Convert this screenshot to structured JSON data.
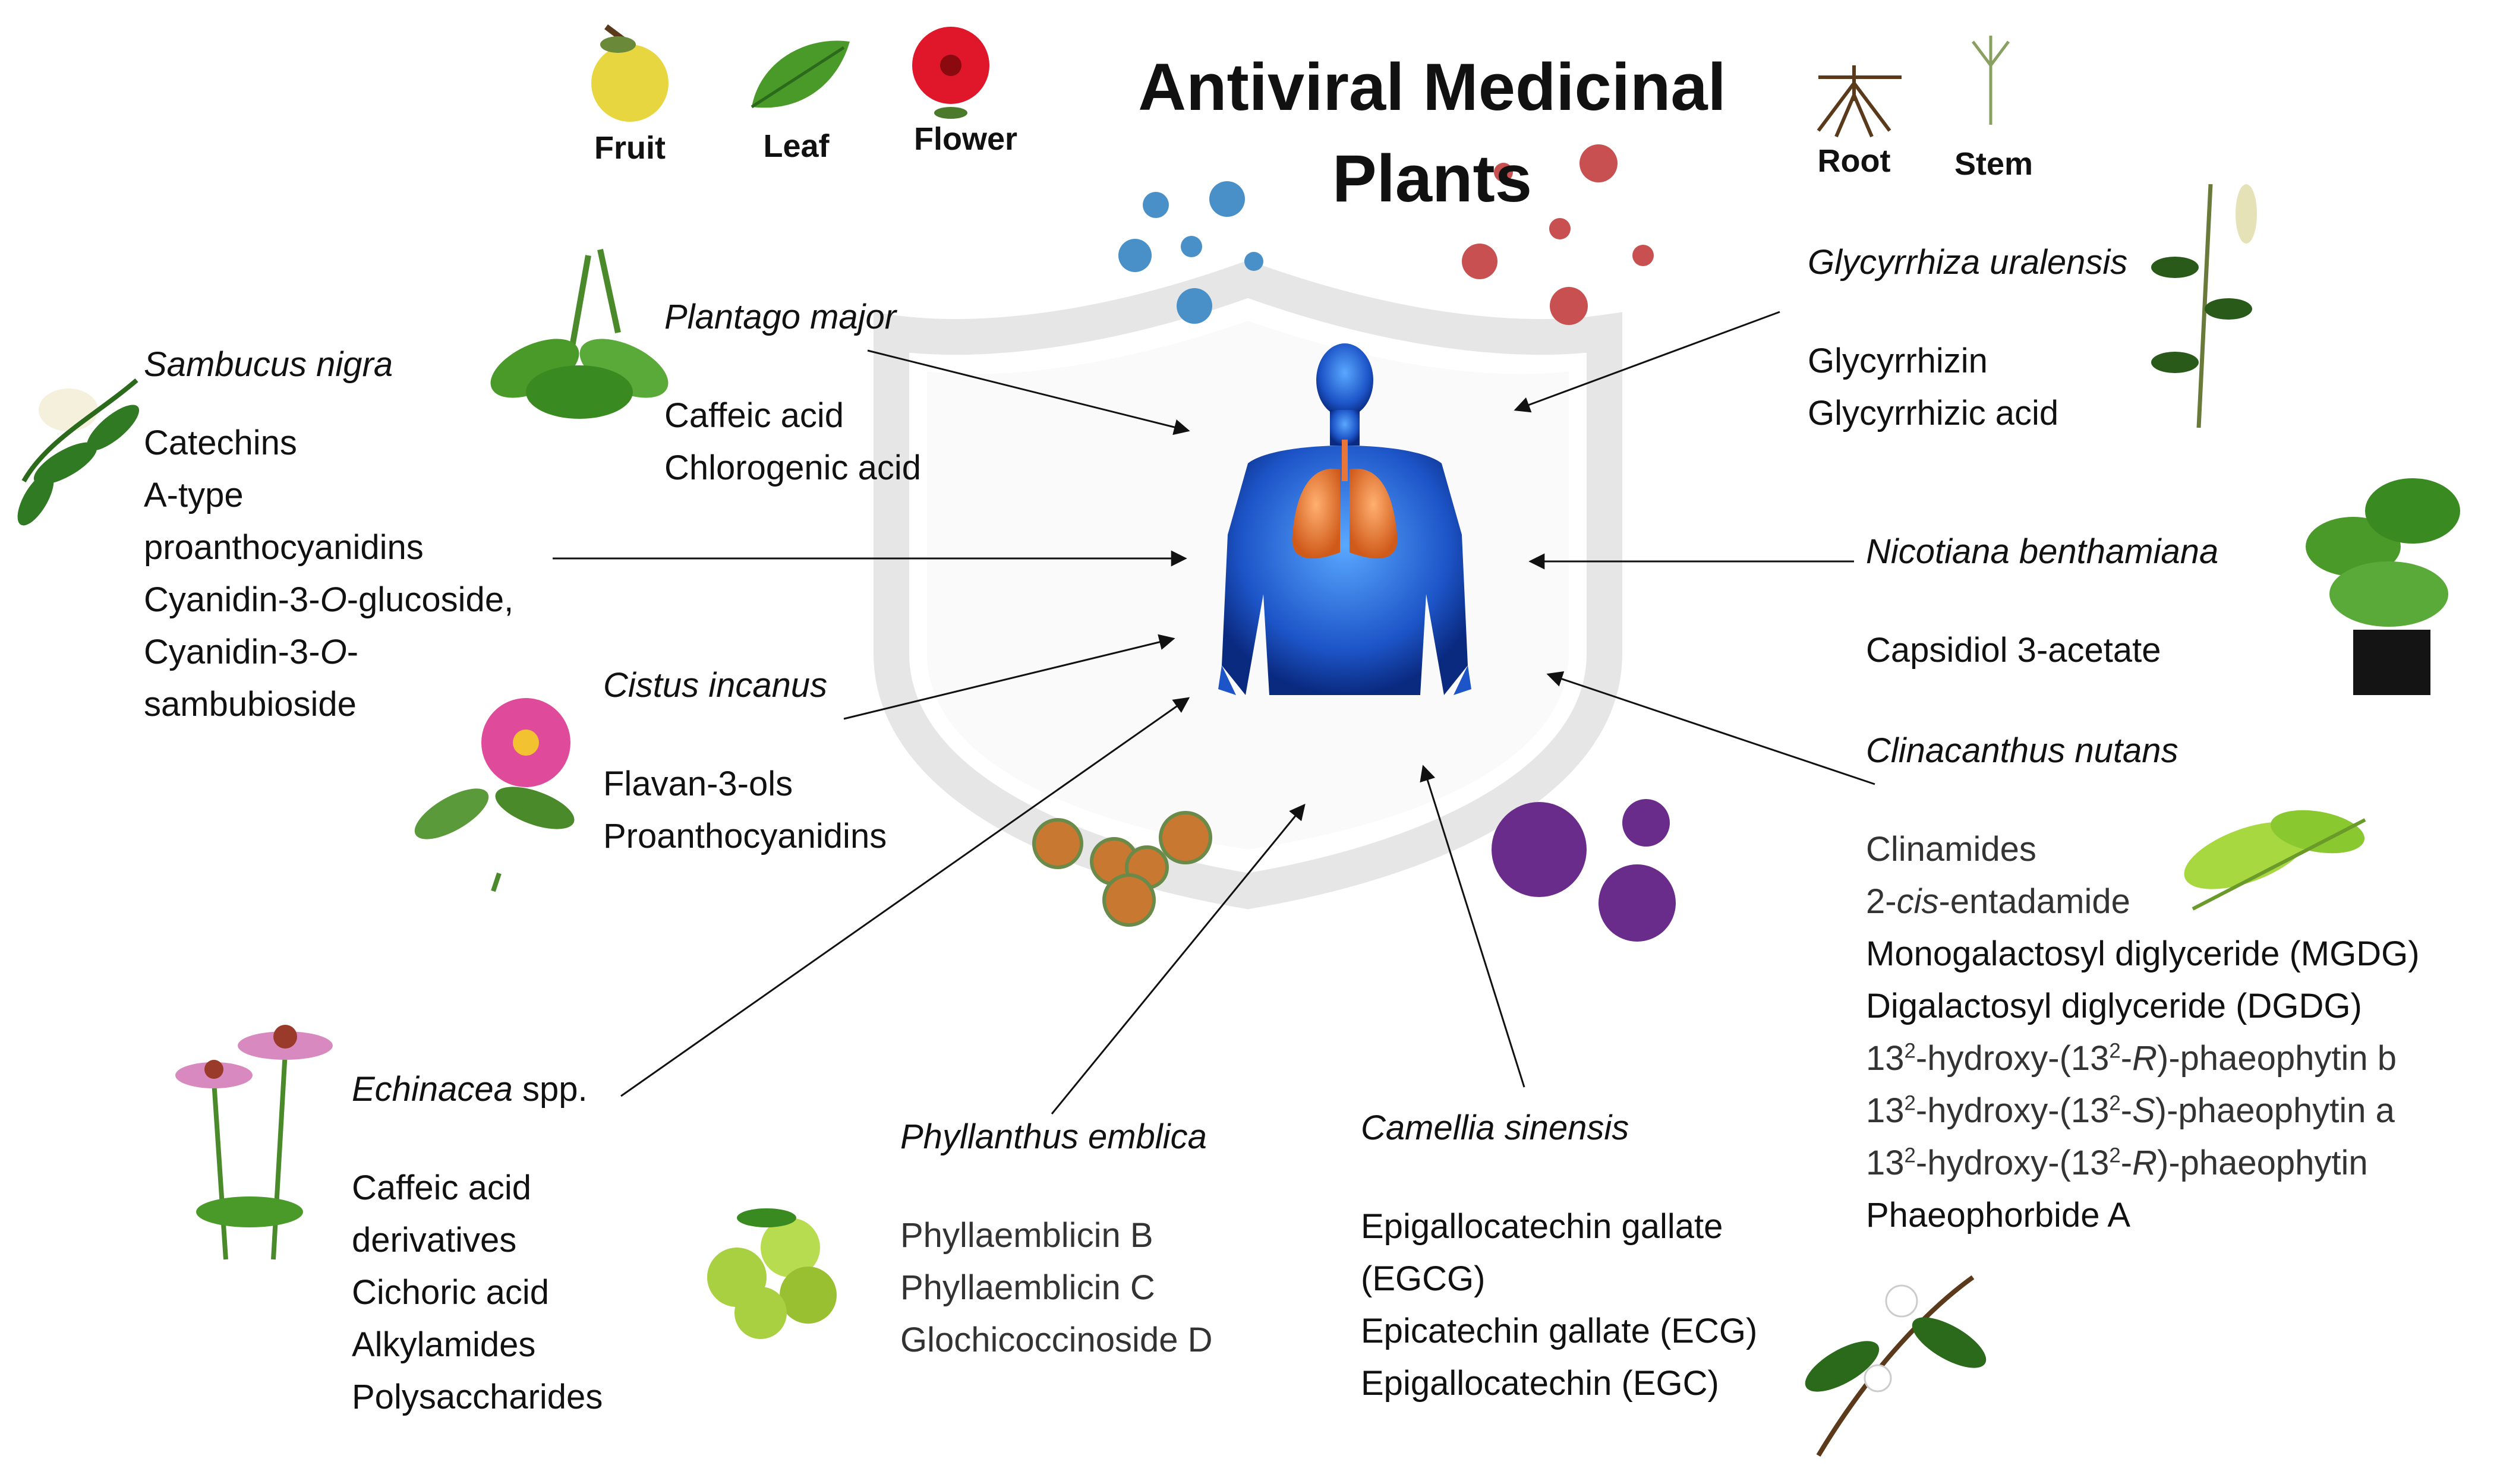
{
  "title": {
    "line1": "Antiviral Medicinal",
    "line2": "Plants"
  },
  "parts": {
    "fruit": "Fruit",
    "leaf": "Leaf",
    "flower": "Flower",
    "root": "Root",
    "stem": "Stem"
  },
  "plants": {
    "sambucus": {
      "name": "Sambucus nigra",
      "c1": "Catechins",
      "c2": "A-type",
      "c3": "proanthocyanidins",
      "c4a": "Cyanidin-3-",
      "c4b": "O",
      "c4c": "-glucoside,",
      "c5a": "Cyanidin-3-",
      "c5b": "O",
      "c5c": "-",
      "c6": "sambubioside"
    },
    "plantago": {
      "name": "Plantago major",
      "c1": "Caffeic acid",
      "c2": "Chlorogenic acid"
    },
    "cistus": {
      "name": "Cistus incanus",
      "c1": "Flavan-3-ols",
      "c2": "Proanthocyanidins"
    },
    "echinacea": {
      "name_italic": "Echinacea",
      "name_rest": " spp.",
      "c1": "Caffeic acid",
      "c2": "derivatives",
      "c3": "Cichoric acid",
      "c4": "Alkylamides",
      "c5": "Polysaccharides"
    },
    "phyllanthus": {
      "name": "Phyllanthus emblica",
      "c1": "Phyllaemblicin B",
      "c2": "Phyllaemblicin C",
      "c3": "Glochicoccinoside D"
    },
    "camellia": {
      "name": "Camellia sinensis",
      "c1": "Epigallocatechin gallate",
      "c2": "(EGCG)",
      "c3": "Epicatechin gallate (ECG)",
      "c4": "Epigallocatechin (EGC)"
    },
    "glycyrrhiza": {
      "name": "Glycyrrhiza uralensis",
      "c1": "Glycyrrhizin",
      "c2": "Glycyrrhizic acid"
    },
    "nicotiana": {
      "name": "Nicotiana benthamiana",
      "c1": "Capsidiol 3-acetate"
    },
    "clinacanthus": {
      "name": "Clinacanthus nutans",
      "c1": "Clinamides",
      "c2a": "2-",
      "c2b": "cis",
      "c2c": "-entadamide",
      "c3": "Monogalactosyl diglyceride (MGDG)",
      "c4": "Digalactosyl diglyceride (DGDG)",
      "c5a": "13",
      "c5s1": "2",
      "c5b": "-hydroxy-(13",
      "c5s2": "2",
      "c5c": "-",
      "c5d": "R",
      "c5e": ")-phaeophytin b",
      "c6a": "13",
      "c6s1": "2",
      "c6b": "-hydroxy-(13",
      "c6s2": "2",
      "c6c": "-",
      "c6d": "S",
      "c6e": ")-phaeophytin a",
      "c7a": "13",
      "c7s1": "2",
      "c7b": "-hydroxy-(13",
      "c7s2": "2",
      "c7c": "-",
      "c7d": "R",
      "c7e": ")-phaeophytin",
      "c8": "Phaeophorbide A"
    }
  },
  "colors": {
    "shield": "#e6e6e6",
    "body": "#1d55c8",
    "lungs": "#e8763a",
    "virus_blue": "#4a90c8",
    "virus_red": "#c85050",
    "virus_purple": "#6a2c8a",
    "virus_orange": "#c87830",
    "leaf_green": "#4a9a2a",
    "flower_pink": "#e04a9a",
    "arrow": "#111111"
  }
}
